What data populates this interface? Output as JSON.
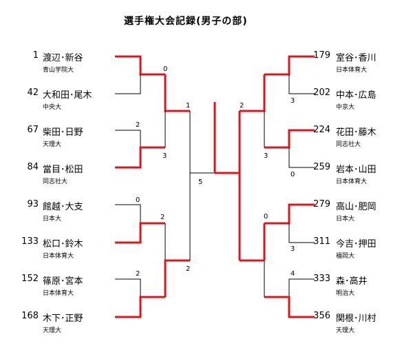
{
  "title": "選手権大会記録(男子の部)",
  "left": [
    {
      "seed": "1",
      "name": "渡辺･新谷",
      "school": "青山学院大"
    },
    {
      "seed": "42",
      "name": "大和田･尾木",
      "school": "中央大"
    },
    {
      "seed": "67",
      "name": "柴田･日野",
      "school": "天理大"
    },
    {
      "seed": "84",
      "name": "當目･松田",
      "school": "同志社大"
    },
    {
      "seed": "93",
      "name": "館越･大支",
      "school": "日本大"
    },
    {
      "seed": "133",
      "name": "松口･鈴木",
      "school": "日本体育大"
    },
    {
      "seed": "152",
      "name": "篠原･宮本",
      "school": "日本体育大"
    },
    {
      "seed": "168",
      "name": "木下･正野",
      "school": "天理大"
    }
  ],
  "right": [
    {
      "seed": "179",
      "name": "室谷･香川",
      "school": "日本体育大"
    },
    {
      "seed": "202",
      "name": "中本･広島",
      "school": "中京大"
    },
    {
      "seed": "224",
      "name": "花田･藤木",
      "school": "同志社大"
    },
    {
      "seed": "259",
      "name": "岩本･山田",
      "school": "日本体育大"
    },
    {
      "seed": "279",
      "name": "高山･肥岡",
      "school": "日本大"
    },
    {
      "seed": "311",
      "name": "今吉･押田",
      "school": "福岡大"
    },
    {
      "seed": "333",
      "name": "森･高井",
      "school": "明治大"
    },
    {
      "seed": "356",
      "name": "関根･川村",
      "school": "天理大"
    }
  ],
  "scores": {
    "l_r1_m1": "0",
    "l_r1_m2": "2",
    "l_r1_m2b": "3",
    "l_r1_m3": "0",
    "l_r1_m3b": "2",
    "l_r1_m4": "2",
    "l_r2_top": "1",
    "l_r2_bot": "2",
    "center": "5",
    "r_r2_top": "2",
    "r_r1_m1": "3",
    "r_r1_m2": "3",
    "r_r1_m2b": "0",
    "r_r1_m3": "0",
    "r_r1_m3b": "3",
    "r_r1_m4": "4"
  },
  "colors": {
    "winner_line": "#e0141a",
    "loser_line": "#000000"
  }
}
